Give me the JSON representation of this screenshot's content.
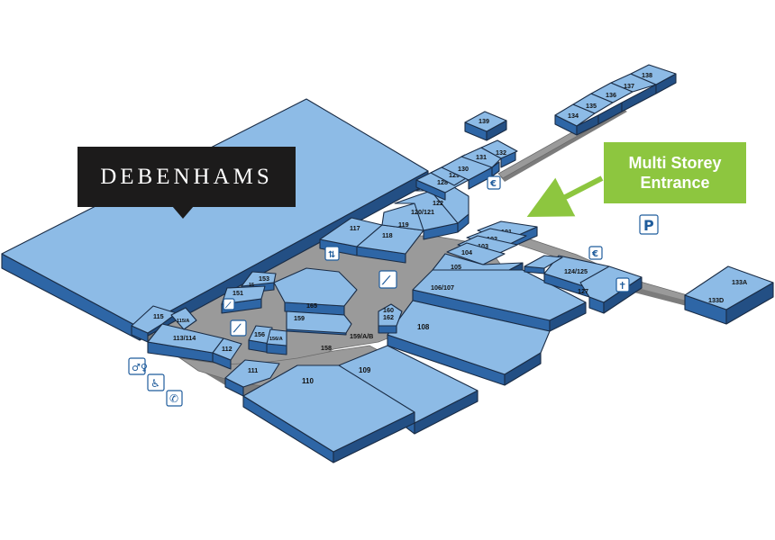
{
  "anchor_store": {
    "name": "DEBENHAMS"
  },
  "entrance_callout": {
    "line1": "Multi Storey",
    "line2": "Entrance",
    "color": "#8dc63f"
  },
  "colors": {
    "unit_top": "#8dbbe6",
    "unit_side": "#2e66a6",
    "floor": "#9a9a9a",
    "outline": "#1a2c45"
  },
  "units": {
    "u101": "101",
    "u102": "102",
    "u103": "103",
    "u104": "104",
    "u105": "105",
    "u106": "106/107",
    "u108": "108",
    "u109": "109",
    "u110": "110",
    "u111": "111",
    "u112": "112",
    "u113": "113/114",
    "u115": "115",
    "u115a": "115/A",
    "u117": "117",
    "u118": "118",
    "u119": "119",
    "u120": "120/121",
    "u122": "122",
    "u124": "124/125",
    "u127": "127",
    "u128": "128",
    "u129": "129",
    "u130": "130",
    "u131": "131",
    "u132": "132",
    "u133a": "133A",
    "u133d": "133D",
    "u134": "134",
    "u135": "135",
    "u136": "136",
    "u137": "137",
    "u138": "138",
    "u139": "139",
    "u151": "151",
    "u153": "153",
    "u156": "156",
    "u156a": "156/A",
    "u158": "158",
    "u159": "159",
    "u159ab": "159/A/B",
    "u160": "160",
    "u162": "162",
    "u165": "165",
    "u15": "15"
  },
  "icons": {
    "parking": {
      "name": "parking-icon",
      "glyph": "P"
    },
    "cash_entrance": {
      "name": "cash-machine-icon",
      "glyph": "€"
    },
    "cash_east": {
      "name": "cash-machine-icon",
      "glyph": "€"
    },
    "chapel": {
      "name": "cross-icon",
      "glyph": "✝"
    },
    "toilets": {
      "name": "toilets-icon",
      "glyph": "🚻"
    },
    "disabled": {
      "name": "disabled-access-icon",
      "glyph": "♿"
    },
    "phone": {
      "name": "telephone-icon",
      "glyph": "✆"
    },
    "lift": {
      "name": "lift-icon",
      "glyph": "⇅"
    },
    "escalator_east": {
      "name": "escalator-icon",
      "glyph": "⟋"
    },
    "escalator_west": {
      "name": "escalator-icon",
      "glyph": "⟋"
    },
    "stairs": {
      "name": "stairs-icon",
      "glyph": "⟋"
    }
  }
}
